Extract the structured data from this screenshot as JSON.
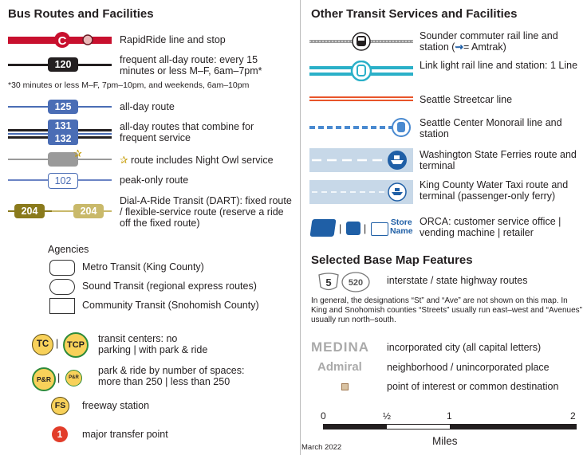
{
  "left": {
    "heading": "Bus Routes and Facilities",
    "rapidride": {
      "badge": "C",
      "label": "RapidRide line and stop"
    },
    "frequent": {
      "badge": "120",
      "label": "frequent all-day route: every 15 minutes or less M–F, 6am–7pm*",
      "note": "*30 minutes or less M–F, 7pm–10pm, and weekends, 6am–10pm"
    },
    "allday": {
      "badge": "125",
      "label": "all-day route"
    },
    "combine": {
      "badge1": "131",
      "badge2": "132",
      "label": "all-day routes that combine for frequent service"
    },
    "nightowl": {
      "label": "route includes Night Owl service",
      "star": "✰"
    },
    "peak": {
      "badge": "102",
      "label": "peak-only route"
    },
    "dart": {
      "badge": "204",
      "label": "Dial-A-Ride Transit (DART): fixed route / flexible-service route (reserve a ride off the fixed route)"
    },
    "agencies": {
      "heading": "Agencies",
      "items": [
        {
          "label": "Metro Transit (King County)"
        },
        {
          "label": "Sound Transit (regional express routes)"
        },
        {
          "label": "Community Transit (Snohomish County)"
        }
      ]
    },
    "transit_centers": {
      "tc": "TC",
      "tcp": "TCP",
      "sep": "|",
      "label": "transit centers: no parking | with park & ride"
    },
    "park_ride": {
      "large": "P&R",
      "small": "P&R",
      "sep": "|",
      "label": "park & ride by number of spaces: more than 250 | less than 250"
    },
    "freeway": {
      "badge": "FS",
      "label": "freeway station"
    },
    "transfer": {
      "badge": "1",
      "label": "major transfer point"
    }
  },
  "right": {
    "heading": "Other Transit Services and Facilities",
    "sounder": {
      "label": "Sounder commuter rail line and station (",
      "amtrak_icon": "amtrak-icon",
      "label_end": "= Amtrak)"
    },
    "link": {
      "label": "Link light rail line and station: 1 Line"
    },
    "streetcar": {
      "label": "Seattle Streetcar line"
    },
    "monorail": {
      "label": "Seattle Center Monorail line and station"
    },
    "ferries": {
      "label": "Washington State Ferries route and terminal"
    },
    "watertaxi": {
      "label": "King County Water Taxi route and terminal (passenger-only ferry)"
    },
    "orca": {
      "store1": "Store",
      "store2": "Name",
      "sep": "|",
      "label": "ORCA: customer service office | vending machine | retailer"
    },
    "base_heading": "Selected Base Map Features",
    "highways": {
      "interstate": "5",
      "state": "520",
      "label": "interstate / state highway routes"
    },
    "note": "In general, the designations “St” and “Ave” are not shown on this map. In King and Snohomish counties “Streets” usually run east–west and “Avenues” usually run north–south.",
    "city": {
      "name": "MEDINA",
      "label": "incorporated city (all capital letters)"
    },
    "neighborhood": {
      "name": "Admiral",
      "label": "neighborhood / unincorporated place"
    },
    "poi": {
      "label": "point of interest or common destination"
    },
    "scale": {
      "t0": "0",
      "t1": "½",
      "t2": "1",
      "t3": "2",
      "unit": "Miles"
    },
    "date": "March 2022"
  },
  "colors": {
    "rapid": "#c8102e",
    "navy": "#1f2a5a",
    "blue": "#4a6db5",
    "olive": "#8a7a1c",
    "teal": "#2ab0c8",
    "orange": "#e8542a",
    "ferry": "#1f5fa6",
    "yellow": "#f8d15a",
    "red": "#e23d2a"
  }
}
